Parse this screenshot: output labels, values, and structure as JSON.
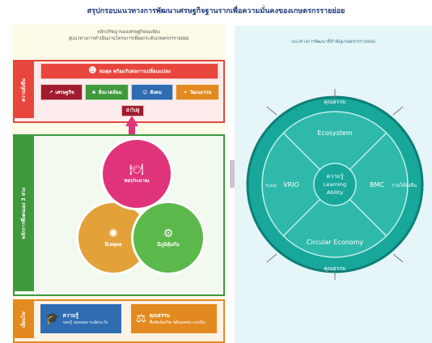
{
  "title": "สรุปกรอบแนวทางการพัฒนาเศรษฐกิจฐานรากเพื่อความมั่นคงของเกษตรกรรายย่อย",
  "left": {
    "subtitle_line1": "หลักปรัชญาของเศรษฐกิจพอเพียง",
    "subtitle_line2": "สู่แนวทางการดำเนินงานโครงการเพื่อยกระดับเกษตรกรรายย่อย",
    "top_section": {
      "side_label": "ความยั่งยืน",
      "banner_label": "สมดุล พร้อมรับต่อการเปลี่ยนแปลง",
      "pillars": [
        {
          "label": "เศรษฐกิจ",
          "icon": "chart-icon"
        },
        {
          "label": "สิ่งแวดล้อม",
          "icon": "tree-icon"
        },
        {
          "label": "สังคม",
          "icon": "people-icon"
        },
        {
          "label": "วัฒนธรรม",
          "icon": "culture-icon"
        }
      ],
      "arrow_label": "นำไปสู่"
    },
    "middle_section": {
      "side_label": "หลักการพึ่งตนเอง 3 ห่วง",
      "circles": [
        {
          "label": "พอประมาณ",
          "icon": "dining-icon",
          "color": "#e0347a"
        },
        {
          "label": "มีเหตุผล",
          "icon": "brain-icon",
          "color": "#e3a13a"
        },
        {
          "label": "มีภูมิคุ้มกัน",
          "icon": "gear-icon",
          "color": "#5bb84a"
        }
      ]
    },
    "bottom_section": {
      "side_label": "เงื่อนไข",
      "boxes": [
        {
          "title": "ความรู้",
          "subtitle": "รอบรู้ รอบคอบ ระมัดระวัง",
          "icon": "graduation-cap-icon",
          "color": "#2f6db3"
        },
        {
          "title": "คุณธรรม",
          "subtitle": "ซื่อสัตย์สุจริต ขยันอดทน แบ่งปัน",
          "icon": "scales-icon",
          "color": "#e28a1f"
        }
      ]
    }
  },
  "right": {
    "subtitle": "แนวทางการพัฒนาที่สำคัญเกษตรกรรายย่อย",
    "outer_top": "คุณธรรม",
    "outer_bottom": "คุณธรรม",
    "top_segment": "Ecosystem",
    "bottom_segment": "Circular Economy",
    "left_segment": "VRIO",
    "left_outer": "ระบบ",
    "right_segment": "BMC",
    "right_outer": "รายได้ยั่งยืน",
    "center_line1": "ความรู้",
    "center_line2": "Learning",
    "center_line3": "Ability"
  },
  "colors": {
    "title": "#1f3a7a",
    "red": "#e8463d",
    "dark_red": "#a01c2e",
    "green": "#3f9a3c",
    "blue": "#2f6db3",
    "orange": "#e28a1f",
    "teal": "#18a79b",
    "teal_light": "#3cc3b2"
  }
}
